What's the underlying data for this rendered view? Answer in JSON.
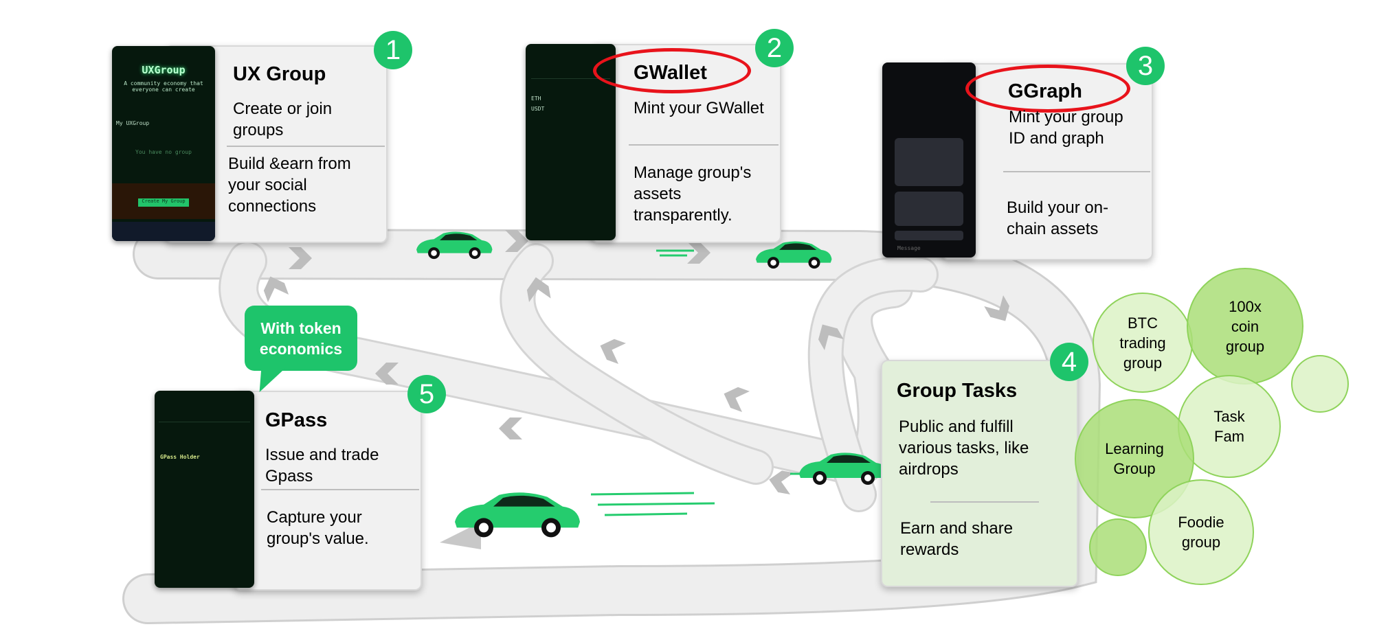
{
  "steps": [
    {
      "number": "1",
      "title": "UX Group",
      "subtitle": "Create or join groups",
      "description": "Build &earn from your social connections",
      "screen": {
        "app_title": "UXGroup",
        "tagline": "A community economy that everyone can create",
        "section": "My UXGroup",
        "empty": "You have no group",
        "button": "Create My Group"
      }
    },
    {
      "number": "2",
      "title": "GWallet",
      "subtitle": "Mint your GWallet",
      "description": "Manage group's assets transparently.",
      "highlighted": true,
      "screen": {
        "rows": [
          "ETH",
          "USDT"
        ]
      }
    },
    {
      "number": "3",
      "title": "GGraph",
      "subtitle": "Mint your group ID and graph",
      "description": "Build your on-chain assets",
      "highlighted": true,
      "screen": {
        "message_placeholder": "Message"
      }
    },
    {
      "number": "4",
      "title": "Group Tasks",
      "subtitle": "Public and fulfill various tasks, like airdrops",
      "description": "Earn and share rewards"
    },
    {
      "number": "5",
      "title": "GPass",
      "subtitle": "Issue and trade Gpass",
      "description": "Capture your group's value.",
      "screen": {
        "section": "GPass Holder"
      }
    }
  ],
  "callout": "With token economics",
  "groups": [
    "BTC trading group",
    "100x coin group",
    "Task Fam",
    "Learning Group",
    "Foodie group"
  ],
  "colors": {
    "accent": "#1ec46b",
    "highlight": "#e8131b",
    "bubble_light": "#dcf2c6",
    "bubble_dark": "#aade78",
    "road": "#e9e9e9"
  }
}
